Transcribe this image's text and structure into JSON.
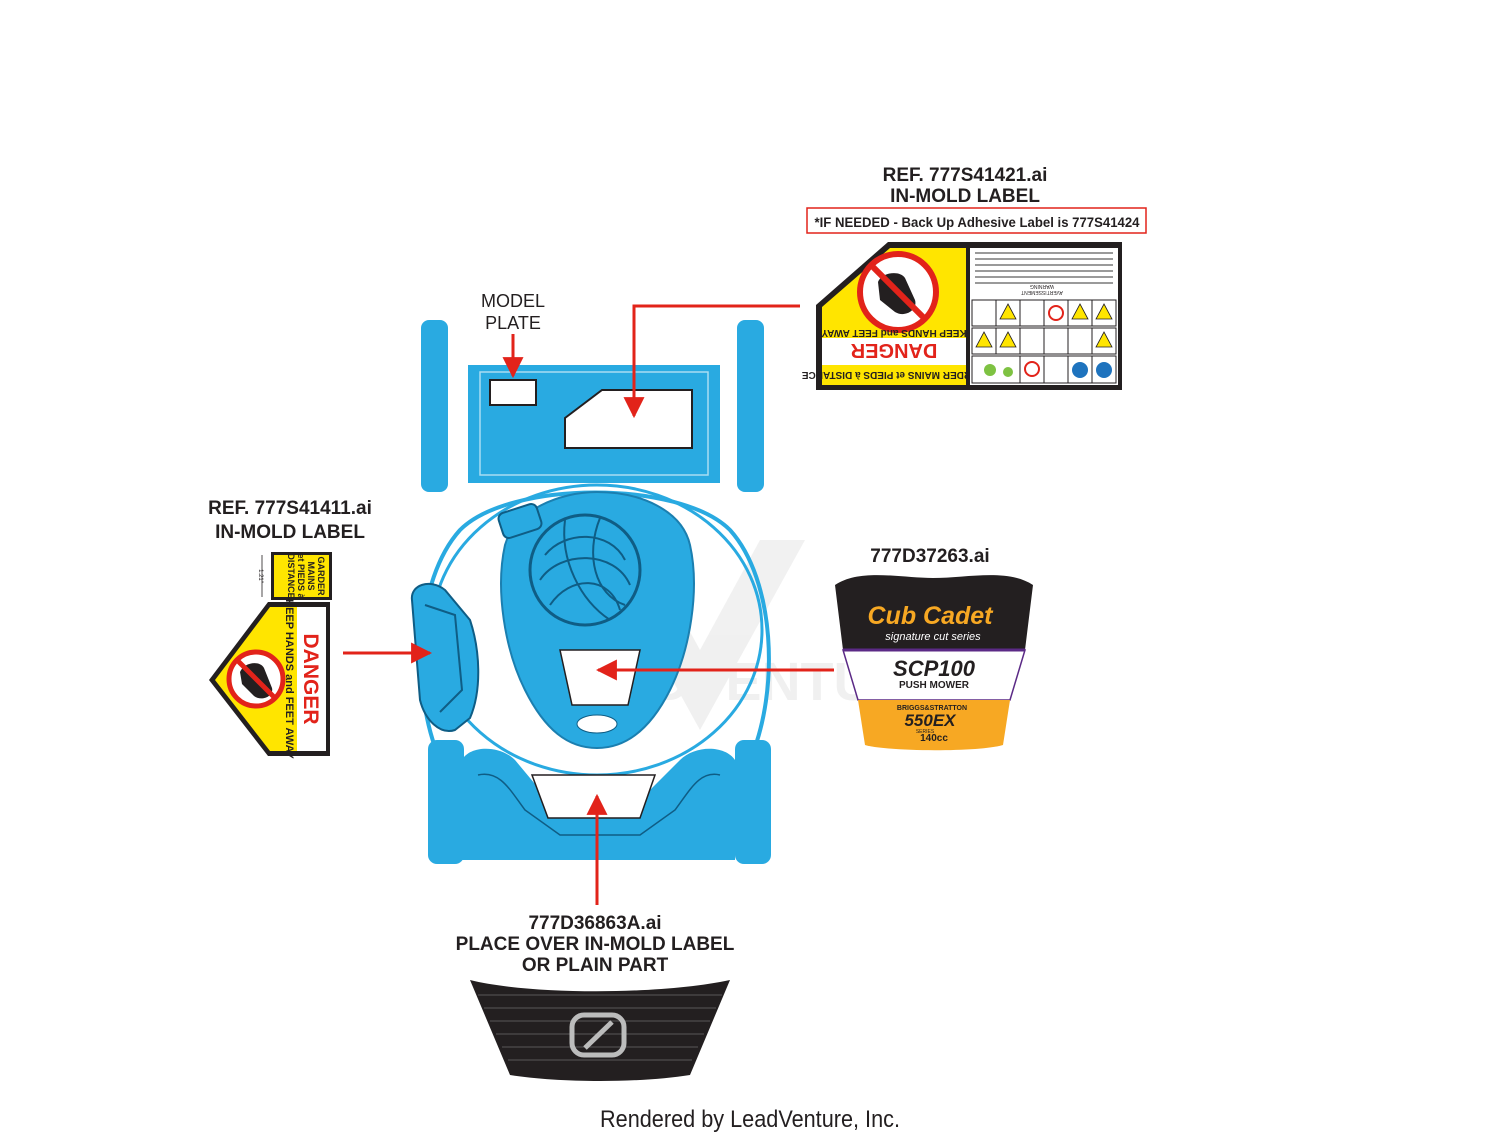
{
  "labels": {
    "ref_top_line1": "REF. 777S41421.ai",
    "ref_top_line2": "IN-MOLD LABEL",
    "if_needed": "*IF NEEDED - Back Up Adhesive Label is 777S41424",
    "model_plate_line1": "MODEL",
    "model_plate_line2": "PLATE",
    "ref_left_line1": "REF. 777S41411.ai",
    "ref_left_line2": "IN-MOLD LABEL",
    "decal_right_ref": "777D37263.ai",
    "bottom_line1": "777D36863A.ai",
    "bottom_line2": "PLACE OVER IN-MOLD LABEL",
    "bottom_line3": "OR PLAIN PART",
    "footer": "Rendered by LeadVenture, Inc.",
    "watermark": "LEADVENTURE"
  },
  "danger_label_top": {
    "danger": "DANGER",
    "keep_away": "KEEP HANDS and FEET AWAY",
    "garder": "GARDER MAINS et PIEDS à DISTANCE",
    "warning": "WARNING",
    "avertissement": "AVERTISSEMENT"
  },
  "danger_label_left": {
    "danger": "DANGER",
    "keep_away": "KEEP HANDS and FEET AWAY",
    "garder_1": "GARDER",
    "garder_2": "MAINS",
    "garder_3": "et PIEDS à",
    "garder_4": "DISTANCE",
    "dimension": "1.21\""
  },
  "brand_decal": {
    "brand": "Cub Cadet",
    "series": "signature cut series",
    "model": "SCP100",
    "type": "PUSH MOWER",
    "engine_brand": "BRIGGS&STRATTON",
    "engine_model": "550EX",
    "engine_series": "SERIES",
    "displacement": "140cc"
  },
  "colors": {
    "mower_blue": "#29aae1",
    "arrow_red": "#e2231a",
    "danger_yellow": "#ffe500",
    "danger_red": "#e2231a",
    "decal_orange": "#f7a823",
    "decal_purple": "#5b2a86"
  }
}
